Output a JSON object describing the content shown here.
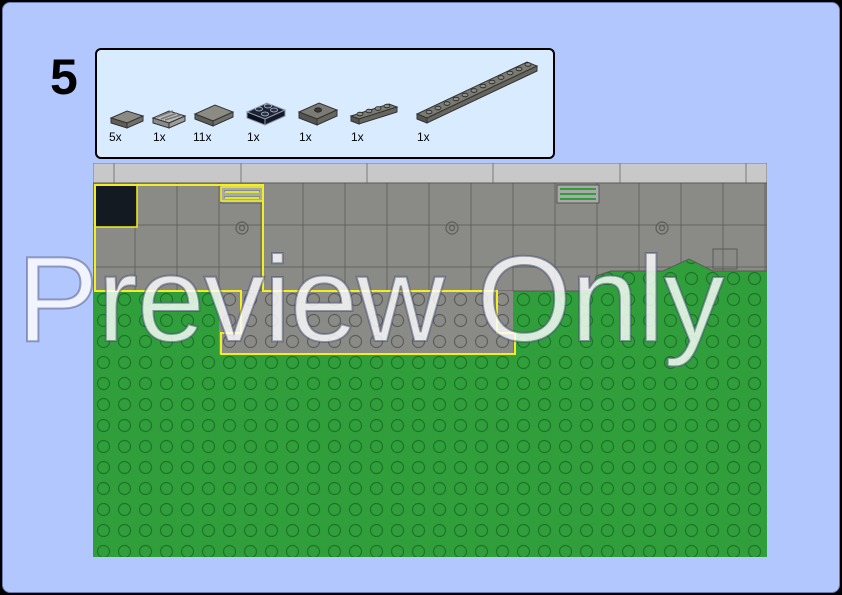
{
  "step": {
    "number": "5"
  },
  "parts": [
    {
      "qty": "5x",
      "icon": "tile-2x2-dark-gray-icon"
    },
    {
      "qty": "1x",
      "icon": "tile-grille-light-gray-icon"
    },
    {
      "qty": "11x",
      "icon": "tile-2x2-dark-gray-icon"
    },
    {
      "qty": "1x",
      "icon": "plate-2x2-black-icon"
    },
    {
      "qty": "1x",
      "icon": "plate-2x2-jumper-icon"
    },
    {
      "qty": "1x",
      "icon": "plate-1x4-dark-gray-icon"
    },
    {
      "qty": "1x",
      "icon": "plate-1x12-dark-gray-icon"
    }
  ],
  "colors": {
    "page_background": "#b3c7ff",
    "parts_box_background": "#d9ecff",
    "baseplate_green": "#2f9e3b",
    "stud_outline": "#1d7428",
    "road_gray": "#8a8a86",
    "sidewalk_gray": "#c8c8c8",
    "highlight_yellow": "#f2ee22",
    "black_tile": "#141a22"
  },
  "watermark": {
    "text": "Preview Only"
  }
}
